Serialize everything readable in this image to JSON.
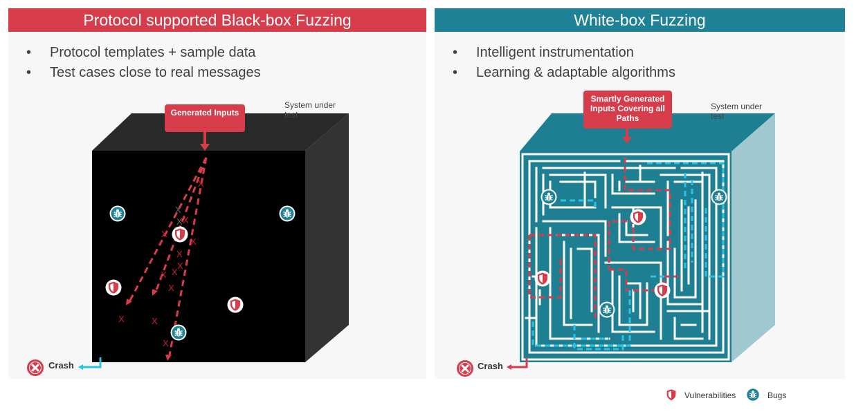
{
  "left_panel": {
    "title": "Protocol supported Black-box Fuzzing",
    "bullets": [
      "Protocol templates + sample data",
      "Test cases close to real messages"
    ],
    "system_label": "System under test",
    "callout": "Generated Inputs",
    "crash_label": "Crash"
  },
  "right_panel": {
    "title": "White-box Fuzzing",
    "bullets": [
      "Intelligent instrumentation",
      "Learning & adaptable algorithms"
    ],
    "system_label": "System under test",
    "callout": "Smartly Generated Inputs Covering all Paths",
    "crash_label": "Crash"
  },
  "legend": {
    "vulnerabilities_label": "Vulnerabilities",
    "bugs_label": "Bugs"
  },
  "colors": {
    "red": "#d73c4b",
    "teal": "#1f8196",
    "cyan": "#29c3e6",
    "blackbox_front": "#000000"
  },
  "icons": [
    "shield-icon",
    "bug-icon",
    "crash-icon",
    "x-marker-icon"
  ]
}
